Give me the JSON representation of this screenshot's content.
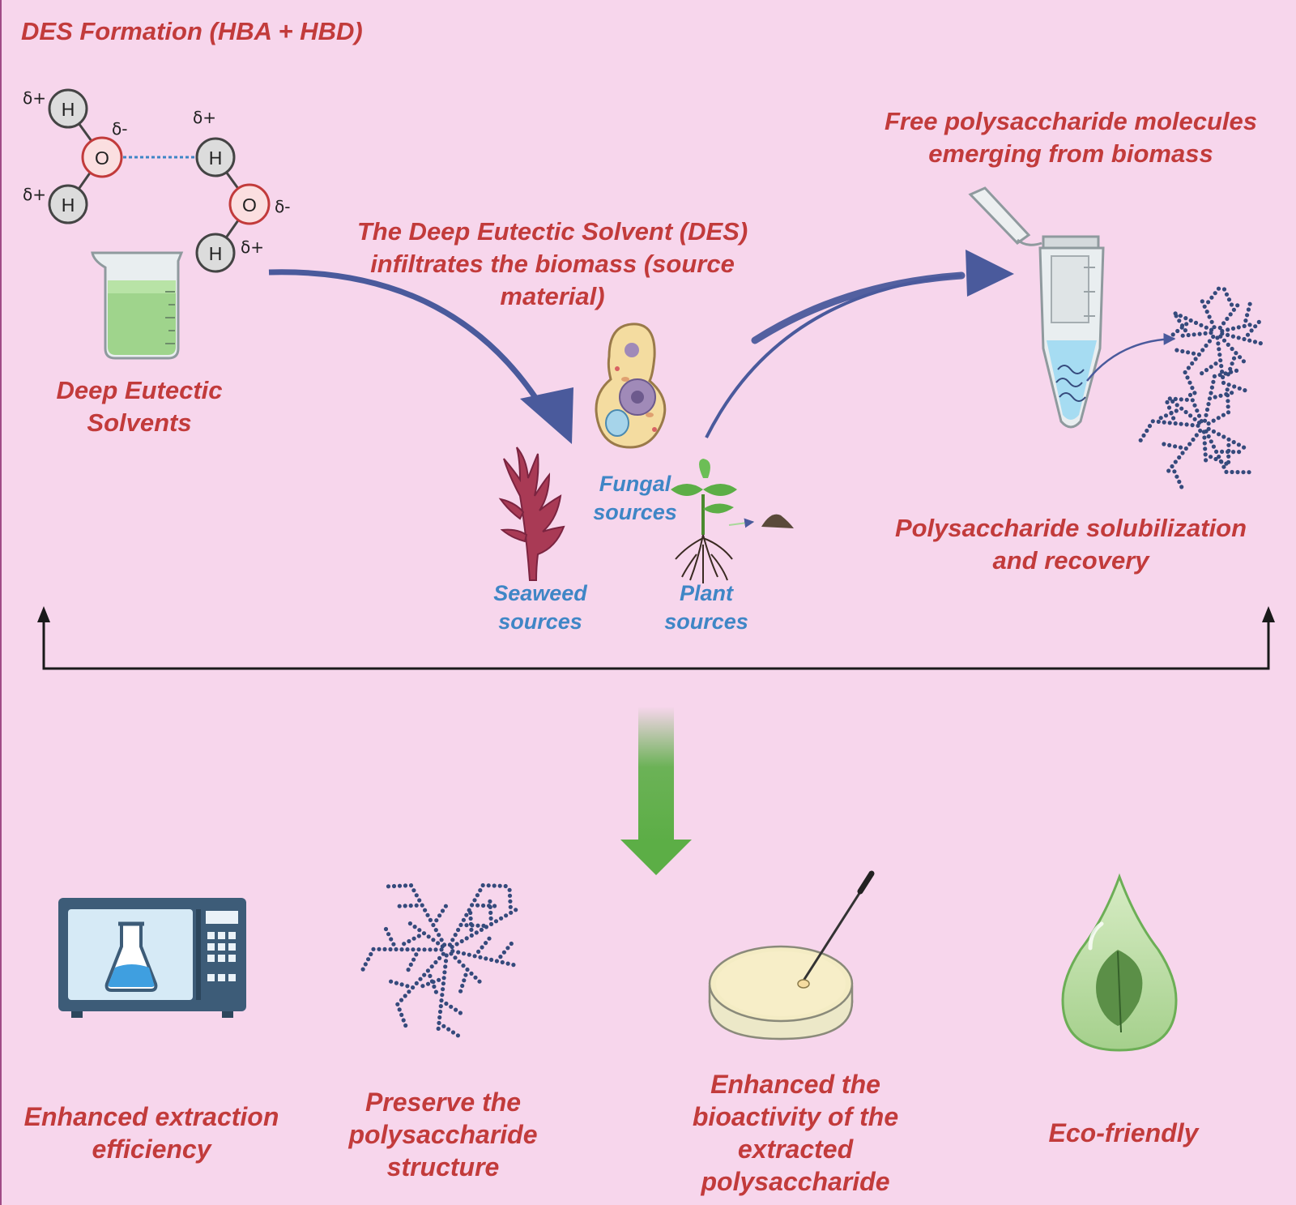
{
  "title": "DES Formation (HBA + HBD)",
  "molecule": {
    "atom_h": "H",
    "atom_o": "O",
    "delta_plus": "δ+",
    "delta_minus": "δ-"
  },
  "labels": {
    "deep_eutectic_solvents": "Deep Eutectic Solvents",
    "infiltration": "The Deep Eutectic Solvent (DES) infiltrates the biomass (source material)",
    "free_molecules": "Free polysaccharide molecules emerging from biomass",
    "solubilization": "Polysaccharide solubilization and recovery",
    "fungal_sources": "Fungal sources",
    "seaweed_sources": "Seaweed sources",
    "plant_sources": "Plant sources"
  },
  "benefits": [
    {
      "label": "Enhanced extraction efficiency",
      "icon": "microwave-flask-icon"
    },
    {
      "label": "Preserve the polysaccharide structure",
      "icon": "polysaccharide-chain-icon"
    },
    {
      "label": "Enhanced the bioactivity of the extracted polysaccharide",
      "icon": "petri-dish-icon"
    },
    {
      "label": "Eco-friendly",
      "icon": "leaf-drop-icon"
    }
  ],
  "colors": {
    "background": "#f7d6ec",
    "text_red": "#c23b3b",
    "text_blue": "#3f86c6",
    "arrow_blue": "#4a5a9c",
    "arrow_green": "#5cae46",
    "icon_navy": "#354a7c"
  }
}
